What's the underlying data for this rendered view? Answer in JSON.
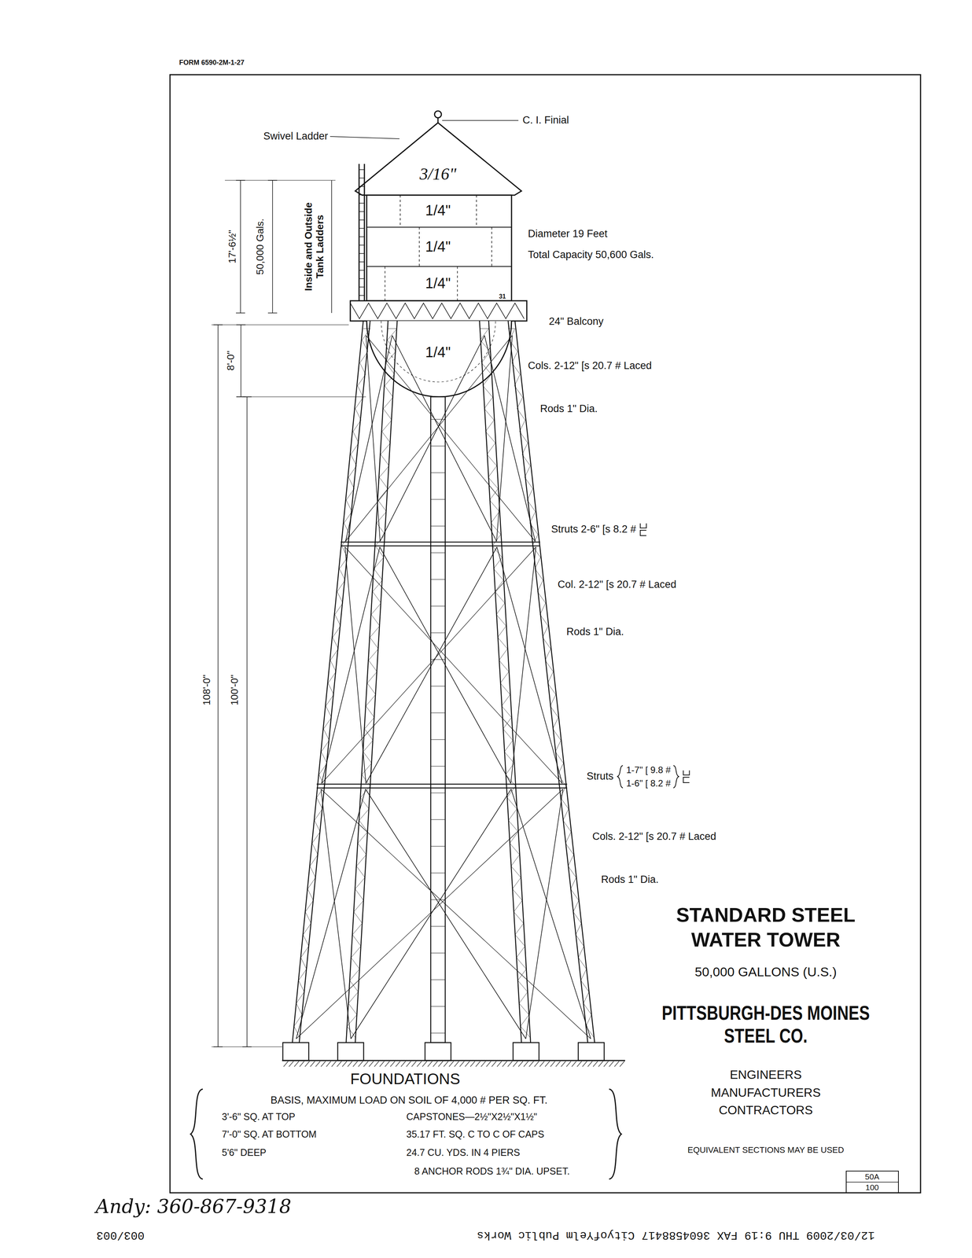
{
  "diagram": {
    "title": "STANDARD STEEL WATER TOWER",
    "labels": [
      "FORM 6590-2M-1-27",
      "Swivel Ladder",
      "C. I. Finial",
      "3/16\"",
      "1/4\"",
      "1/4\"",
      "1/4\"",
      "31",
      "1/4\"",
      "Diameter 19 Feet",
      "Total Capacity 50,600 Gals.",
      "17'-6½\"",
      "50,000 Gals.",
      "Inside and Outside Tank Ladders",
      "24\" Balcony",
      "8'-0\"",
      "Cols. 2-12\" [s 20.7 # Laced",
      "Rods 1\" Dia.",
      "Struts 2-6\" [s 8.2 #",
      "Col. 2-12\" [s 20.7 # Laced",
      "Rods 1\" Dia.",
      "108'-0\"",
      "100'-0\"",
      "Struts",
      "1-7\" [ 9.8 #",
      "1-6\" [ 8.2 #",
      "Cols. 2-12\" [s 20.7 # Laced",
      "Rods 1\" Dia.",
      "50,000 GALLONS (U.S.)",
      "PITTSBURGH-DES MOINES STEEL CO.",
      "ENGINEERS",
      "MANUFACTURERS",
      "CONTRACTORS",
      "EQUIVALENT SECTIONS MAY BE USED",
      "50A",
      "100",
      "FOUNDATIONS",
      "BASIS, MAXIMUM LOAD ON SOIL OF 4,000 # PER SQ. FT.",
      "3'-6\" SQ. AT TOP",
      "7'-0\" SQ. AT BOTTOM",
      "5'6\" DEEP",
      "CAPSTONES—2½\"X2½\"X1½\"",
      "35.17 FT. SQ. C TO C OF CAPS",
      "24.7 CU. YDS. IN 4 PIERS",
      "8 ANCHOR RODS 1¾\" DIA. UPSET.",
      "Andy: 360-867-9318",
      "12/03/2009 THU 9:19 FAX 3604588417 CityofYelm Public Works",
      "003/003"
    ]
  }
}
